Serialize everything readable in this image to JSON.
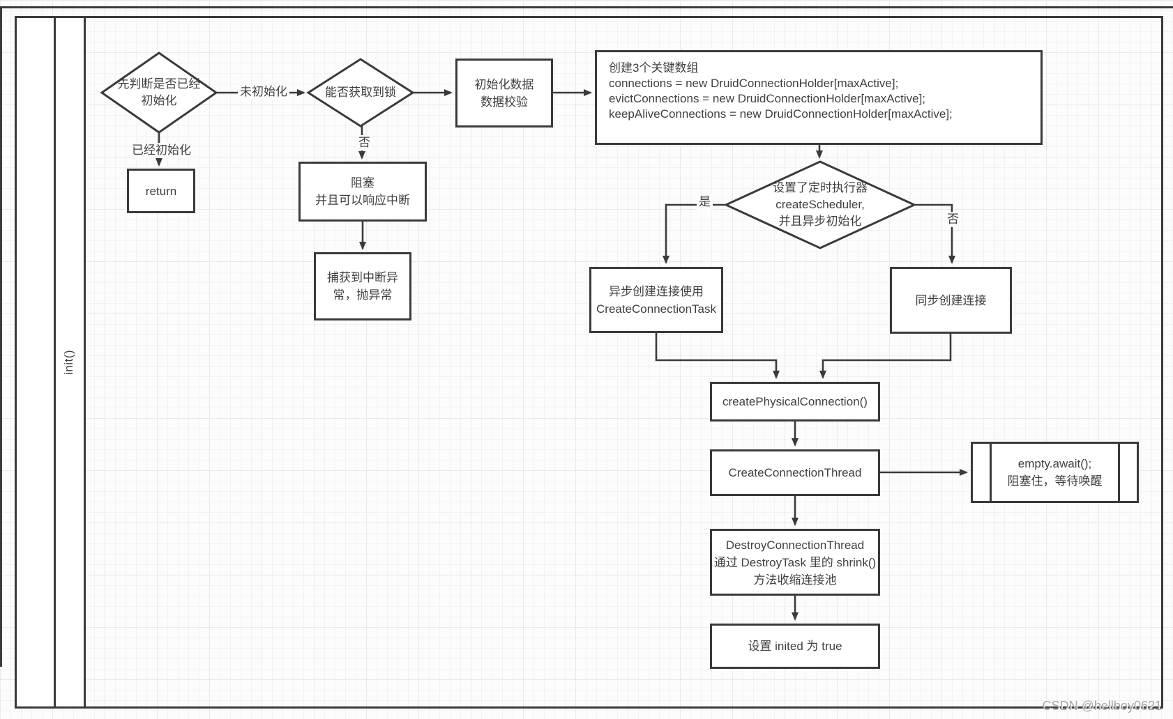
{
  "lane": {
    "title": "init()"
  },
  "watermark": "CSDN @hellboy0621",
  "colors": {
    "stroke": "#3a3a3a",
    "text": "#404040",
    "grid_minor": "#f2f2f2",
    "grid_major": "#e9e9e9",
    "node_fill": "#ffffff",
    "watermark": "#a6a6a6"
  },
  "nodes": {
    "check_inited": {
      "label": "先判断是否已经\n初始化",
      "shape": "diamond"
    },
    "return": {
      "label": "return",
      "shape": "rect"
    },
    "acquire_lock": {
      "label": "能否获取到锁",
      "shape": "diamond"
    },
    "block": {
      "label": "阻塞\n并且可以响应中断",
      "shape": "rect"
    },
    "catch_interrupt": {
      "label": "捕获到中断异\n常，抛异常",
      "shape": "rect"
    },
    "init_data": {
      "label": "初始化数据\n数据校验",
      "shape": "rect"
    },
    "create_arrays": {
      "label": "创建3个关键数组\nconnections = new DruidConnectionHolder[maxActive];\nevictConnections = new DruidConnectionHolder[maxActive];\nkeepAliveConnections = new DruidConnectionHolder[maxActive];",
      "shape": "rect"
    },
    "scheduler_check": {
      "label": "设置了定时执行器\ncreateScheduler,\n并且异步初始化",
      "shape": "diamond"
    },
    "async_create": {
      "label": "异步创建连接使用\nCreateConnectionTask",
      "shape": "rect"
    },
    "sync_create": {
      "label": "同步创建连接",
      "shape": "rect"
    },
    "create_physical": {
      "label": "createPhysicalConnection()",
      "shape": "rect"
    },
    "create_thread": {
      "label": "CreateConnectionThread",
      "shape": "rect"
    },
    "empty_await": {
      "label": "empty.await();\n阻塞住，等待唤醒",
      "shape": "predefined-process"
    },
    "destroy_thread": {
      "label": "DestroyConnectionThread\n通过 DestroyTask 里的 shrink()\n方法收缩连接池",
      "shape": "rect"
    },
    "set_inited": {
      "label": "设置 inited 为 true",
      "shape": "rect"
    }
  },
  "edge_labels": {
    "not_inited": "未初始化",
    "already_inited": "已经初始化",
    "lock_no": "否",
    "scheduler_yes": "是",
    "scheduler_no": "否"
  }
}
